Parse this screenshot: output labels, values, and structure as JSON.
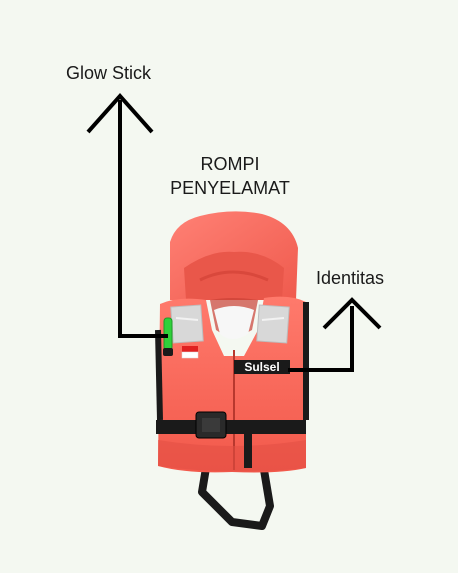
{
  "title": [
    "ROMPI",
    "PENYELAMAT"
  ],
  "annotations": {
    "glow_stick": "Glow Stick",
    "identitas": "Identitas"
  },
  "vest": {
    "strap_text": "Sulsel",
    "flag_colors": [
      "#e02020",
      "#ffffff"
    ]
  },
  "colors": {
    "vest": "#fb6a5c",
    "vest_dark": "#e24e43",
    "strap": "#1a1a1a",
    "reflector": "#d8d8d8",
    "glow_stick": "#2fd03a",
    "arrow": "#000000",
    "background": "#f4f8f1"
  }
}
